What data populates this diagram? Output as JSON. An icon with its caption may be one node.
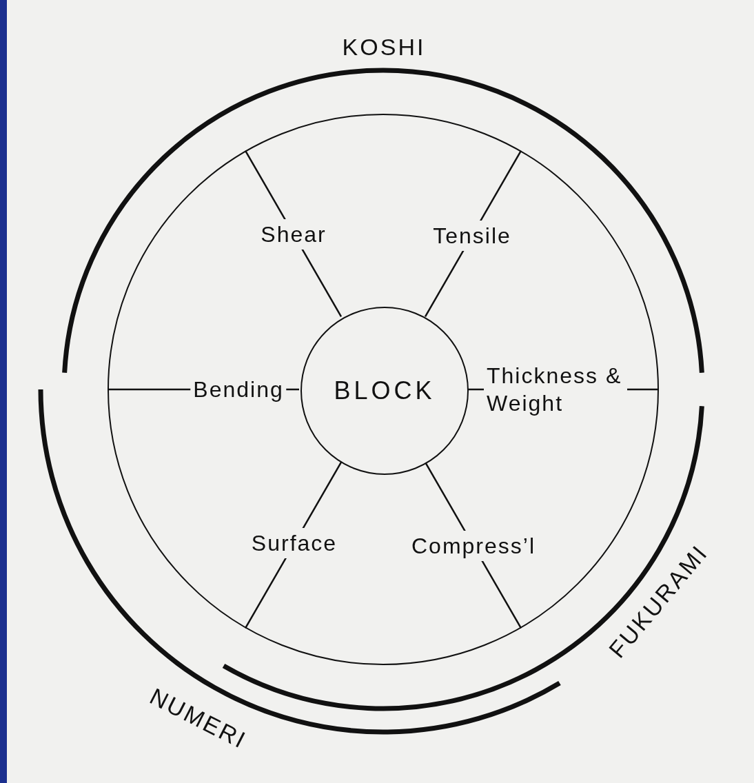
{
  "diagram": {
    "nodes": [
      {
        "text": [],
        "shape": "circle"
      },
      {
        "text": [
          "BLOCK"
        ],
        "in": 0
      }
    ],
    "edges": [
      {
        "from": 1,
        "to": 0,
        "arrow": "none",
        "label": "Shear"
      },
      {
        "from": 1,
        "to": 0,
        "arrow": "none",
        "label": "Tensile"
      },
      {
        "from": 1,
        "to": 0,
        "arrow": "none",
        "label": "Bending"
      },
      {
        "from": 1,
        "to": 0,
        "arrow": "none",
        "label": "Thickness & Weight"
      },
      {
        "from": 1,
        "to": 0,
        "arrow": "none",
        "label": "Surface"
      },
      {
        "from": 1,
        "to": 0,
        "arrow": "none",
        "label": "Compress’l"
      }
    ],
    "labels": [
      "KOSHI",
      "FUKURAMI",
      "NUMERI"
    ]
  }
}
